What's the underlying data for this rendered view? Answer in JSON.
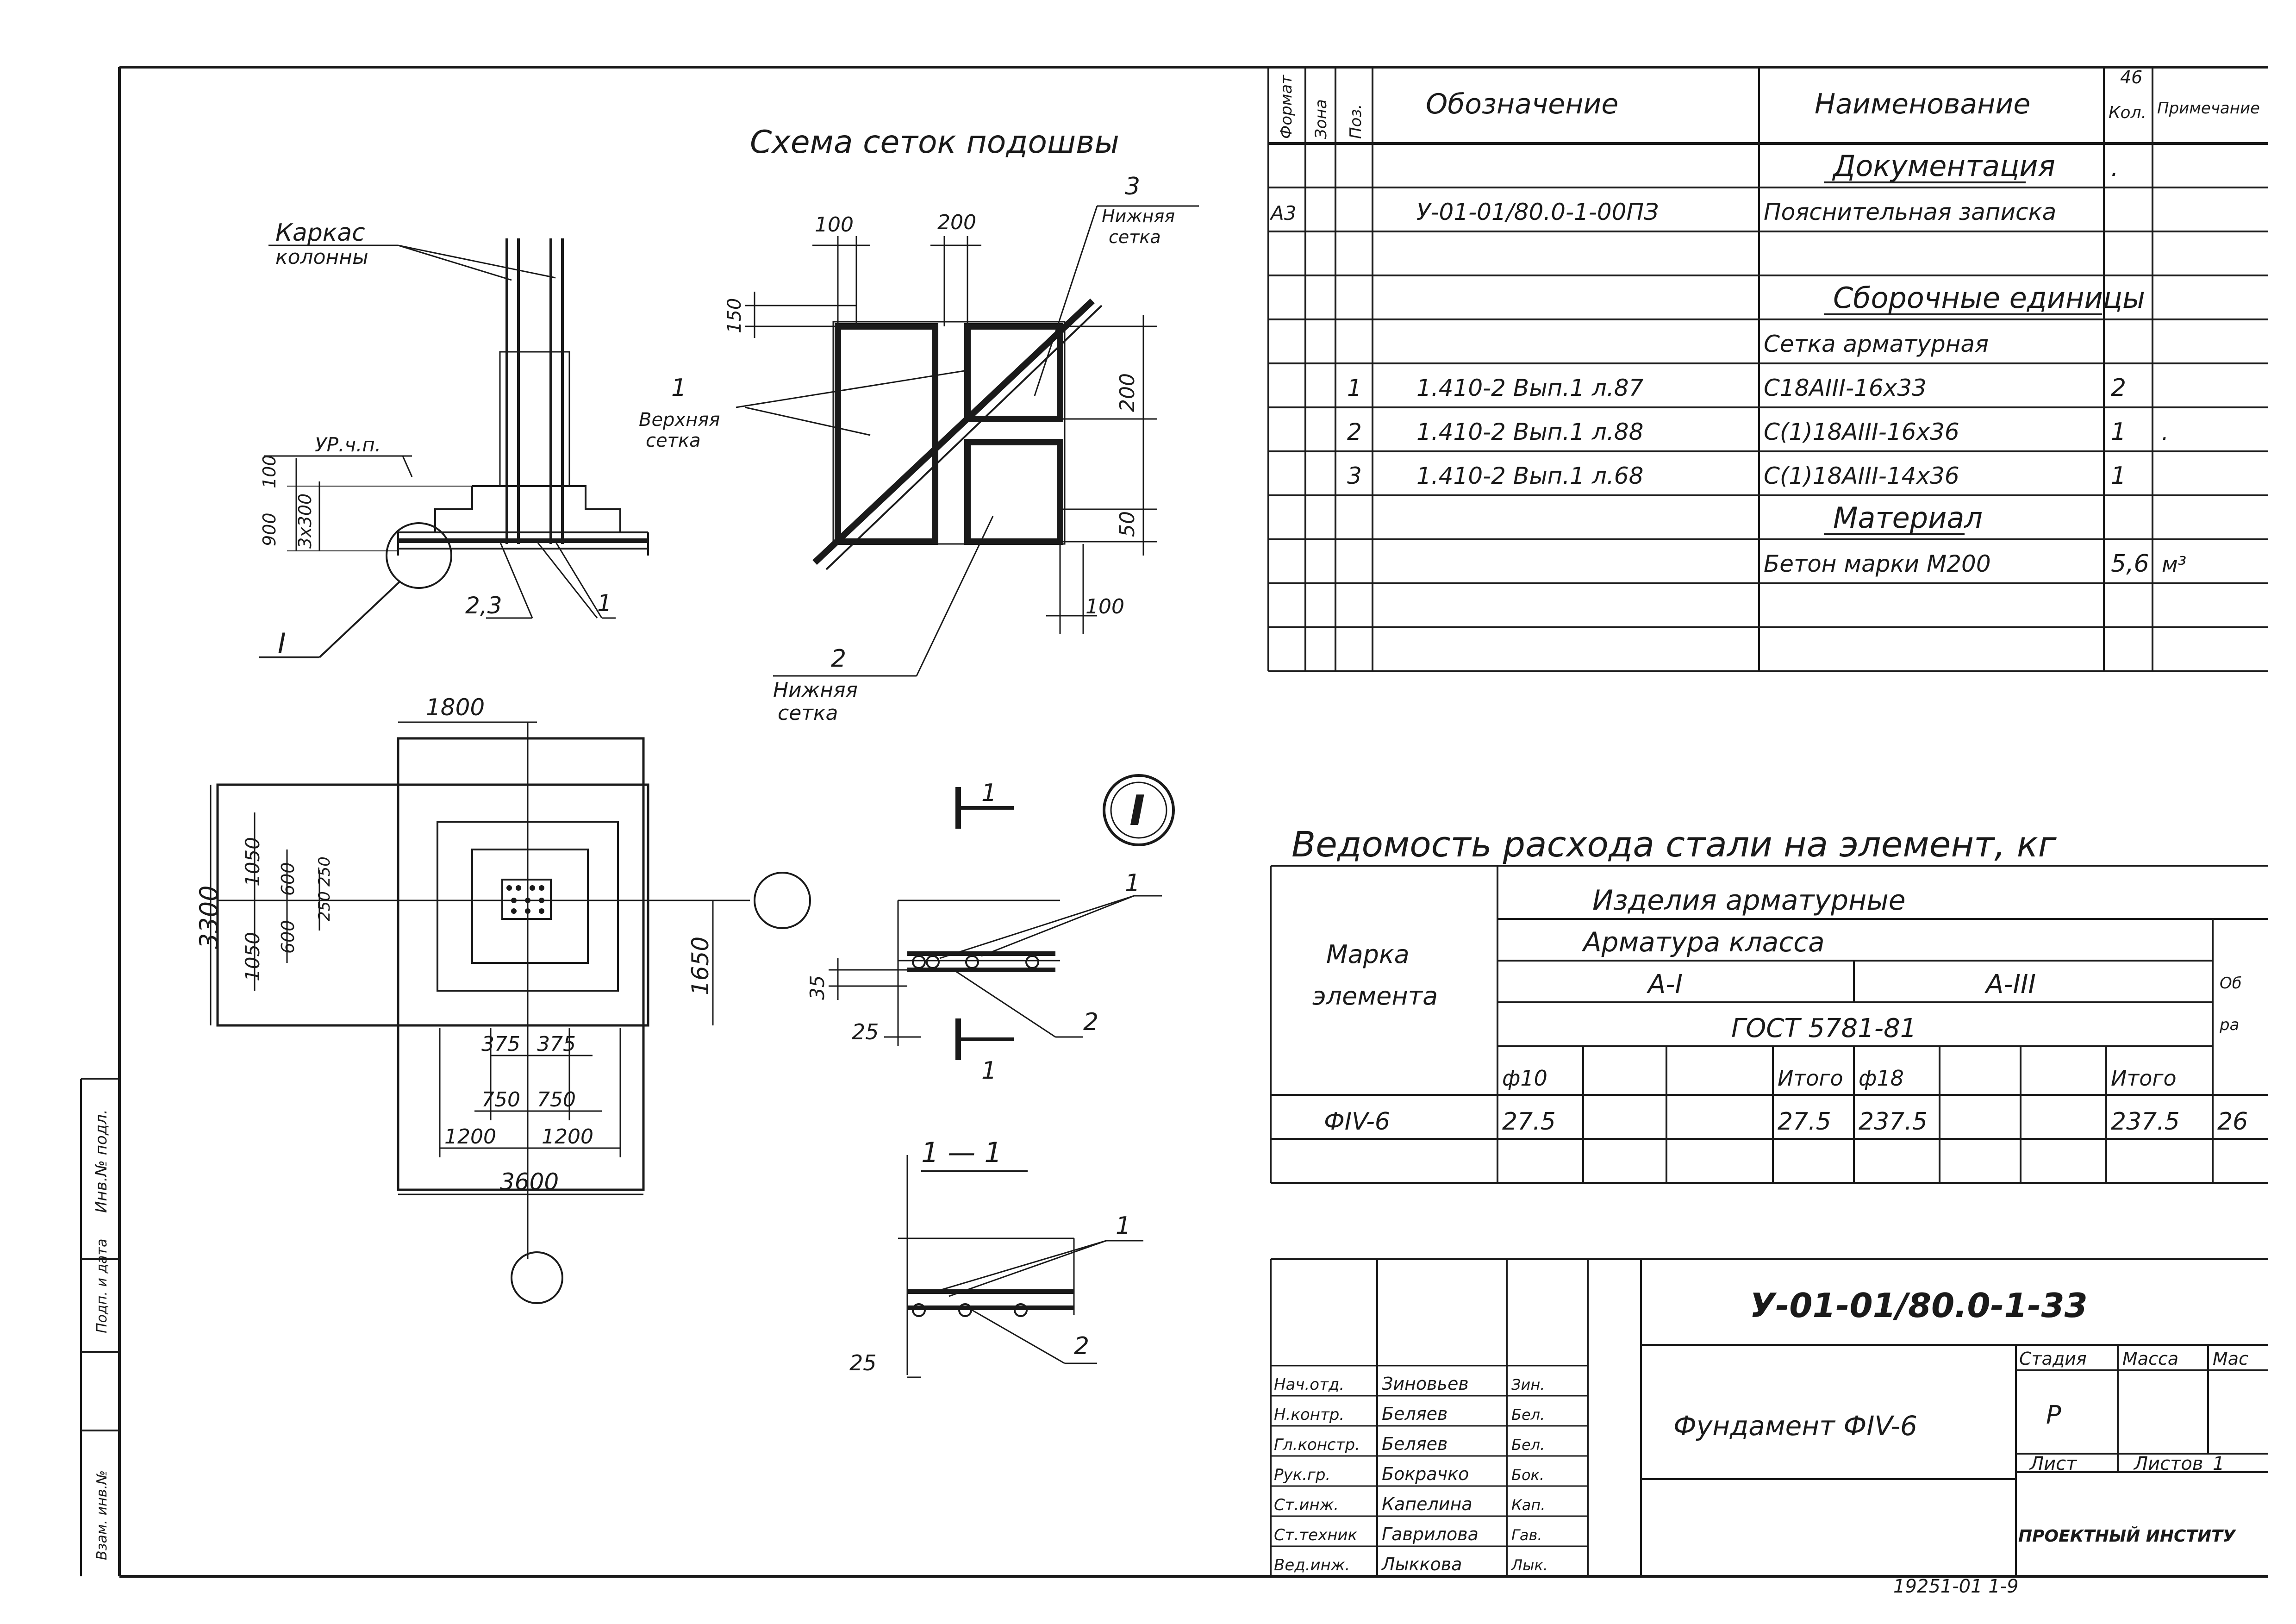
{
  "scheme": {
    "title": "Схема сеток подошвы",
    "karkas_1": "Каркас",
    "karkas_2": "колонны",
    "level": "УР.ч.п.",
    "dim_100a": "100",
    "dim_900": "900",
    "dim_3x300": "3x300",
    "label_23": "2,3",
    "label_1": "1",
    "label_I": "I",
    "mesh_top_1": "Верхняя",
    "mesh_top_2": "сетка",
    "mesh_bot_1": "Нижняя",
    "mesh_bot_2": "сетка",
    "pos_1": "1",
    "pos_2": "2",
    "pos_3": "3",
    "d100": "100",
    "d200": "200",
    "d150": "150",
    "d200v": "200",
    "d50": "50",
    "d100b": "100"
  },
  "plan": {
    "d1800": "1800",
    "d3300": "3300",
    "d1050a": "1050",
    "d1050b": "1050",
    "d600a": "600",
    "d600b": "600",
    "d250a": "250",
    "d250b": "250",
    "d1650": "1650",
    "d375a": "375",
    "d375b": "375",
    "d750a": "750",
    "d750b": "750",
    "d1200a": "1200",
    "d1200b": "1200",
    "d3600": "3600"
  },
  "sections": {
    "cut_1": "1",
    "cut_1b": "1",
    "node": "I",
    "d35": "35",
    "d25": "25",
    "d25b": "25",
    "p1": "1",
    "p2": "2",
    "p1b": "1",
    "p2b": "2",
    "section_title": "1 — 1"
  },
  "spec": {
    "corner": "46",
    "headers": [
      "Формат",
      "Зона",
      "Поз.",
      "Обозначение",
      "Наименование",
      "Кол.",
      "Примечание"
    ],
    "rows": [
      {
        "fmt": "",
        "zone": "",
        "pos": "",
        "code": "",
        "name": "Документация",
        "qty": ".",
        "note": "",
        "kind": "section"
      },
      {
        "fmt": "А3",
        "zone": "",
        "pos": "",
        "code": "У-01-01/80.0-1-00ПЗ",
        "name": "Пояснительная записка",
        "qty": "",
        "note": "",
        "kind": "item"
      },
      {
        "fmt": "",
        "zone": "",
        "pos": "",
        "code": "",
        "name": "",
        "qty": "",
        "note": "",
        "kind": "item"
      },
      {
        "fmt": "",
        "zone": "",
        "pos": "",
        "code": "",
        "name": "Сборочные единицы",
        "qty": "",
        "note": "",
        "kind": "section"
      },
      {
        "fmt": "",
        "zone": "",
        "pos": "",
        "code": "",
        "name": "Сетка арматурная",
        "qty": "",
        "note": "",
        "kind": "item"
      },
      {
        "fmt": "",
        "zone": "",
        "pos": "1",
        "code": "1.410-2 Вып.1 л.87",
        "name": "С18АIII-16х33",
        "qty": "2",
        "note": "",
        "kind": "item"
      },
      {
        "fmt": "",
        "zone": "",
        "pos": "2",
        "code": "1.410-2 Вып.1 л.88",
        "name": "С(1)18АIII-16х36",
        "qty": "1",
        "note": ".",
        "kind": "item"
      },
      {
        "fmt": "",
        "zone": "",
        "pos": "3",
        "code": "1.410-2 Вып.1 л.68",
        "name": "С(1)18АIII-14х36",
        "qty": "1",
        "note": "",
        "kind": "item"
      },
      {
        "fmt": "",
        "zone": "",
        "pos": "",
        "code": "",
        "name": "Материал",
        "qty": "",
        "note": "",
        "kind": "section"
      },
      {
        "fmt": "",
        "zone": "",
        "pos": "",
        "code": "",
        "name": "Бетон марки М200",
        "qty": "5,6",
        "note": "м³",
        "kind": "item"
      },
      {
        "fmt": "",
        "zone": "",
        "pos": "",
        "code": "",
        "name": "",
        "qty": "",
        "note": "",
        "kind": "item"
      },
      {
        "fmt": "",
        "zone": "",
        "pos": "",
        "code": "",
        "name": "",
        "qty": "",
        "note": "",
        "kind": "item"
      }
    ]
  },
  "steel": {
    "title": "Ведомость расхода стали на элемент, кг",
    "mark_1": "Марка",
    "mark_2": "элемента",
    "h_products": "Изделия арматурные",
    "h_class": "Арматура класса",
    "h_a1": "А-I",
    "h_a3": "А-III",
    "h_gost": "ГОСТ 5781-81",
    "h_total_1": "Об",
    "h_total_2": "ра",
    "sub": [
      "ф10",
      "",
      "",
      "Итого",
      "ф18",
      "",
      "",
      "Итого",
      ""
    ],
    "row": [
      "ФIV-6",
      "27.5",
      "",
      "",
      "27.5",
      "237.5",
      "",
      "",
      "237.5",
      "26"
    ]
  },
  "titleblock": {
    "code": "У-01-01/80.0-1-33",
    "name": "Фундамент ФIV-6",
    "stage_h": "Стадия",
    "mass_h": "Масса",
    "scale_h": "Мас",
    "stage": "Р",
    "sheet_h": "Лист",
    "sheets_h": "Листов",
    "sheets": "1",
    "org": "ПРОЕКТНЫЙ ИНСТИТУ",
    "bottom": "19251-01 1-9",
    "people": [
      {
        "role": "Нач.отд.",
        "name": "Зиновьев",
        "sign": "Зин."
      },
      {
        "role": "Н.контр.",
        "name": "Беляев",
        "sign": "Бел."
      },
      {
        "role": "Гл.констр.",
        "name": "Беляев",
        "sign": "Бел."
      },
      {
        "role": "Рук.гр.",
        "name": "Бокрачко",
        "sign": "Бок."
      },
      {
        "role": "Ст.инж.",
        "name": "Капелина",
        "sign": "Кап."
      },
      {
        "role": "Ст.техник",
        "name": "Гаврилова",
        "sign": "Гав."
      },
      {
        "role": "Вед.инж.",
        "name": "Лыккова",
        "sign": "Лык."
      }
    ]
  },
  "margin": {
    "inv": "Инв.№ подл.",
    "sign": "Подп. и дата",
    "vz": "Взам. инв.№"
  }
}
